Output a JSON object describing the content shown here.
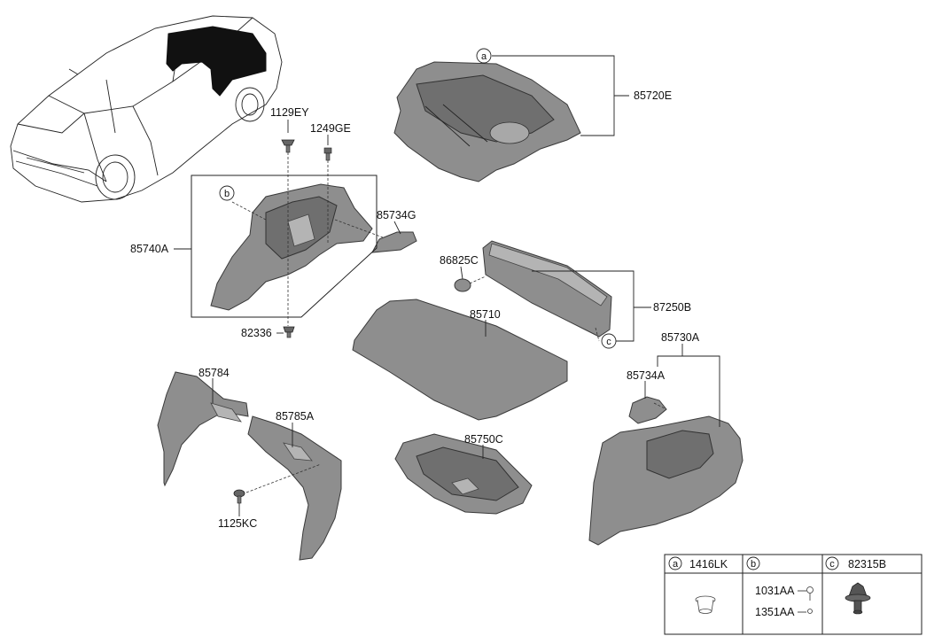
{
  "parts": {
    "p85720E": "85720E",
    "p1129EY": "1129EY",
    "p1249GE": "1249GE",
    "p85734G": "85734G",
    "p85740A": "85740A",
    "p86825C": "86825C",
    "p87250B": "87250B",
    "p82336": "82336",
    "p85710": "85710",
    "p85730A": "85730A",
    "p85734A": "85734A",
    "p85784": "85784",
    "p85785A": "85785A",
    "p85750C": "85750C",
    "p1125KC": "1125KC"
  },
  "callouts": {
    "a": "a",
    "b": "b",
    "c": "c"
  },
  "legend": {
    "a_letter": "a",
    "a_part": "1416LK",
    "b_letter": "b",
    "b_part1": "1031AA",
    "b_part2": "1351AA",
    "c_letter": "c",
    "c_part": "82315B"
  }
}
